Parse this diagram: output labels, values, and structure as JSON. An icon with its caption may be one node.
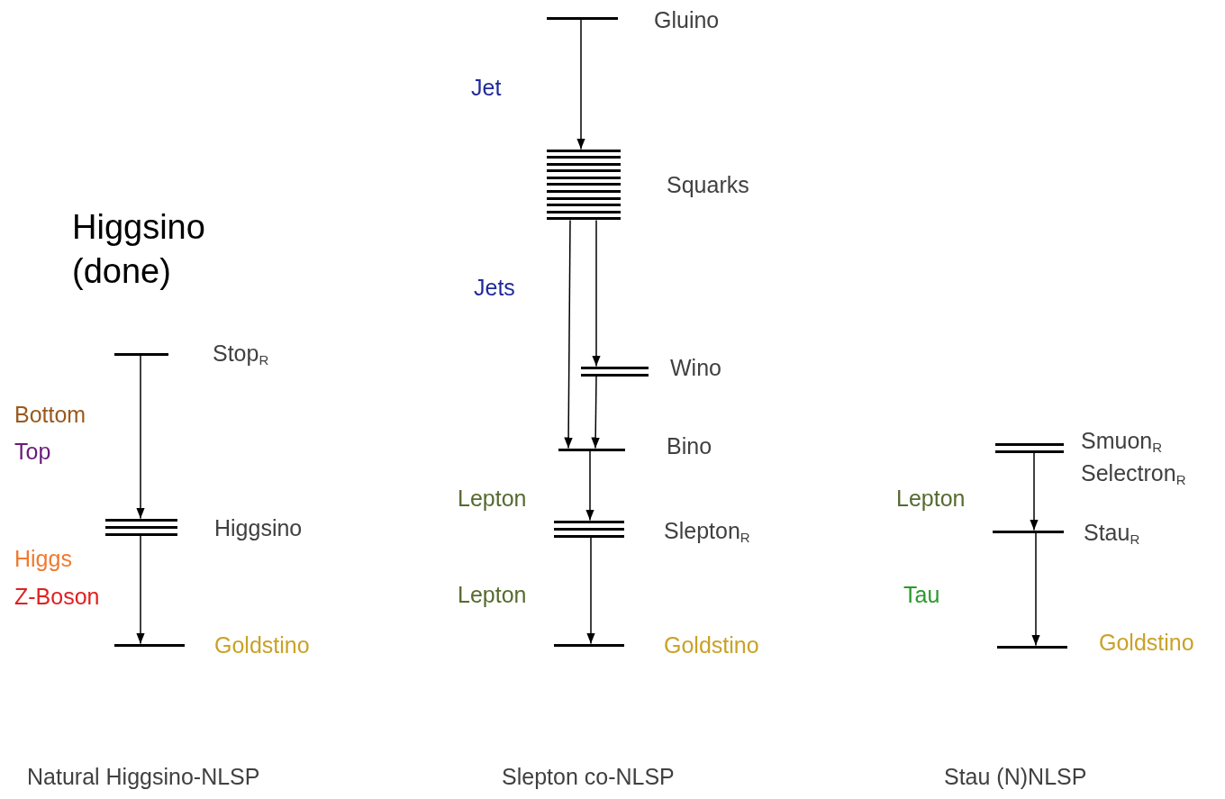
{
  "diagram": {
    "nodes": [
      {
        "text": [],
        "shape": "bar",
        "beside": [
          "Stop$_{R}$"
        ]
      },
      {
        "text": [],
        "shape": "bar",
        "beside": [
          "Higgsino"
        ]
      },
      {
        "text": [],
        "shape": "bar",
        "beside": [
          "Goldstino"
        ]
      },
      {
        "text": [],
        "shape": "bar",
        "beside": [
          "Gluino"
        ]
      },
      {
        "text": [],
        "shape": "bar",
        "beside": [
          "Squarks"
        ]
      },
      {
        "text": [],
        "shape": "bar",
        "beside": [
          "Wino"
        ]
      },
      {
        "text": [],
        "shape": "bar",
        "beside": [
          "Bino"
        ]
      },
      {
        "text": [],
        "shape": "bar",
        "beside": [
          "Slepton$_{R}$"
        ]
      },
      {
        "text": [],
        "shape": "bar",
        "beside": [
          "Goldstino"
        ]
      },
      {
        "text": [],
        "shape": "bar",
        "beside": [
          "Smuon$_{R}$",
          "Selectron$_{R}$"
        ]
      },
      {
        "text": [],
        "shape": "bar",
        "beside": [
          "Stau$_{R}$"
        ]
      },
      {
        "text": [],
        "shape": "bar",
        "beside": [
          "Goldstino"
        ]
      }
    ],
    "edges": [
      {
        "from": 0,
        "to": 1,
        "arrow": "to"
      },
      {
        "from": 1,
        "to": 2,
        "arrow": "to"
      },
      {
        "from": 3,
        "to": 4,
        "arrow": "to"
      },
      {
        "from": 4,
        "to": 6,
        "arrow": "to"
      },
      {
        "from": 4,
        "to": 5,
        "arrow": "to"
      },
      {
        "from": 5,
        "to": 6,
        "arrow": "to"
      },
      {
        "from": 6,
        "to": 7,
        "arrow": "to"
      },
      {
        "from": 7,
        "to": 8,
        "arrow": "to"
      },
      {
        "from": 9,
        "to": 10,
        "arrow": "to"
      },
      {
        "from": 10,
        "to": 11,
        "arrow": "to"
      }
    ],
    "labels": [
      "Jet",
      "Higgsino (done)",
      "Jets",
      "Bottom",
      "Top",
      "Lepton",
      "Lepton",
      "Higgs",
      "Z-Boson",
      "Lepton",
      "Tau",
      "Natural Higgsino-NLSP",
      "Slepton co-NLSP",
      "Stau (N)NLSP"
    ]
  }
}
